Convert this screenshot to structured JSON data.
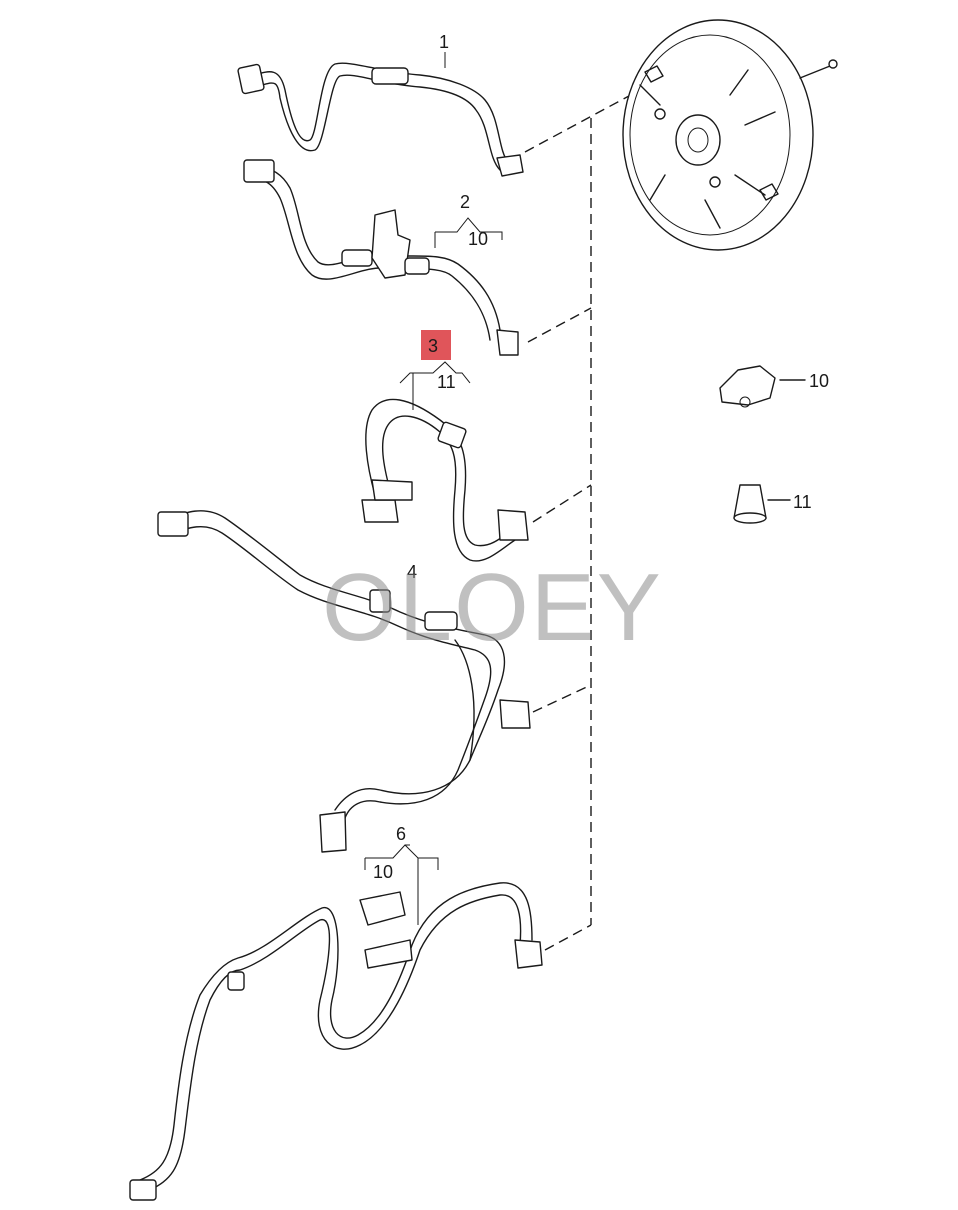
{
  "diagram": {
    "callouts": {
      "c1": "1",
      "c2": "2",
      "c2_sub": "10",
      "c3": "3",
      "c3_sub": "11",
      "c4": "4",
      "c6": "6",
      "c6_sub": "10",
      "c10": "10",
      "c11": "11"
    },
    "highlighted_callout": "3",
    "watermark": "OLOEY",
    "colors": {
      "line": "#1a1a1a",
      "highlight": "#e0555a",
      "watermark": "#8c8c8c"
    }
  }
}
